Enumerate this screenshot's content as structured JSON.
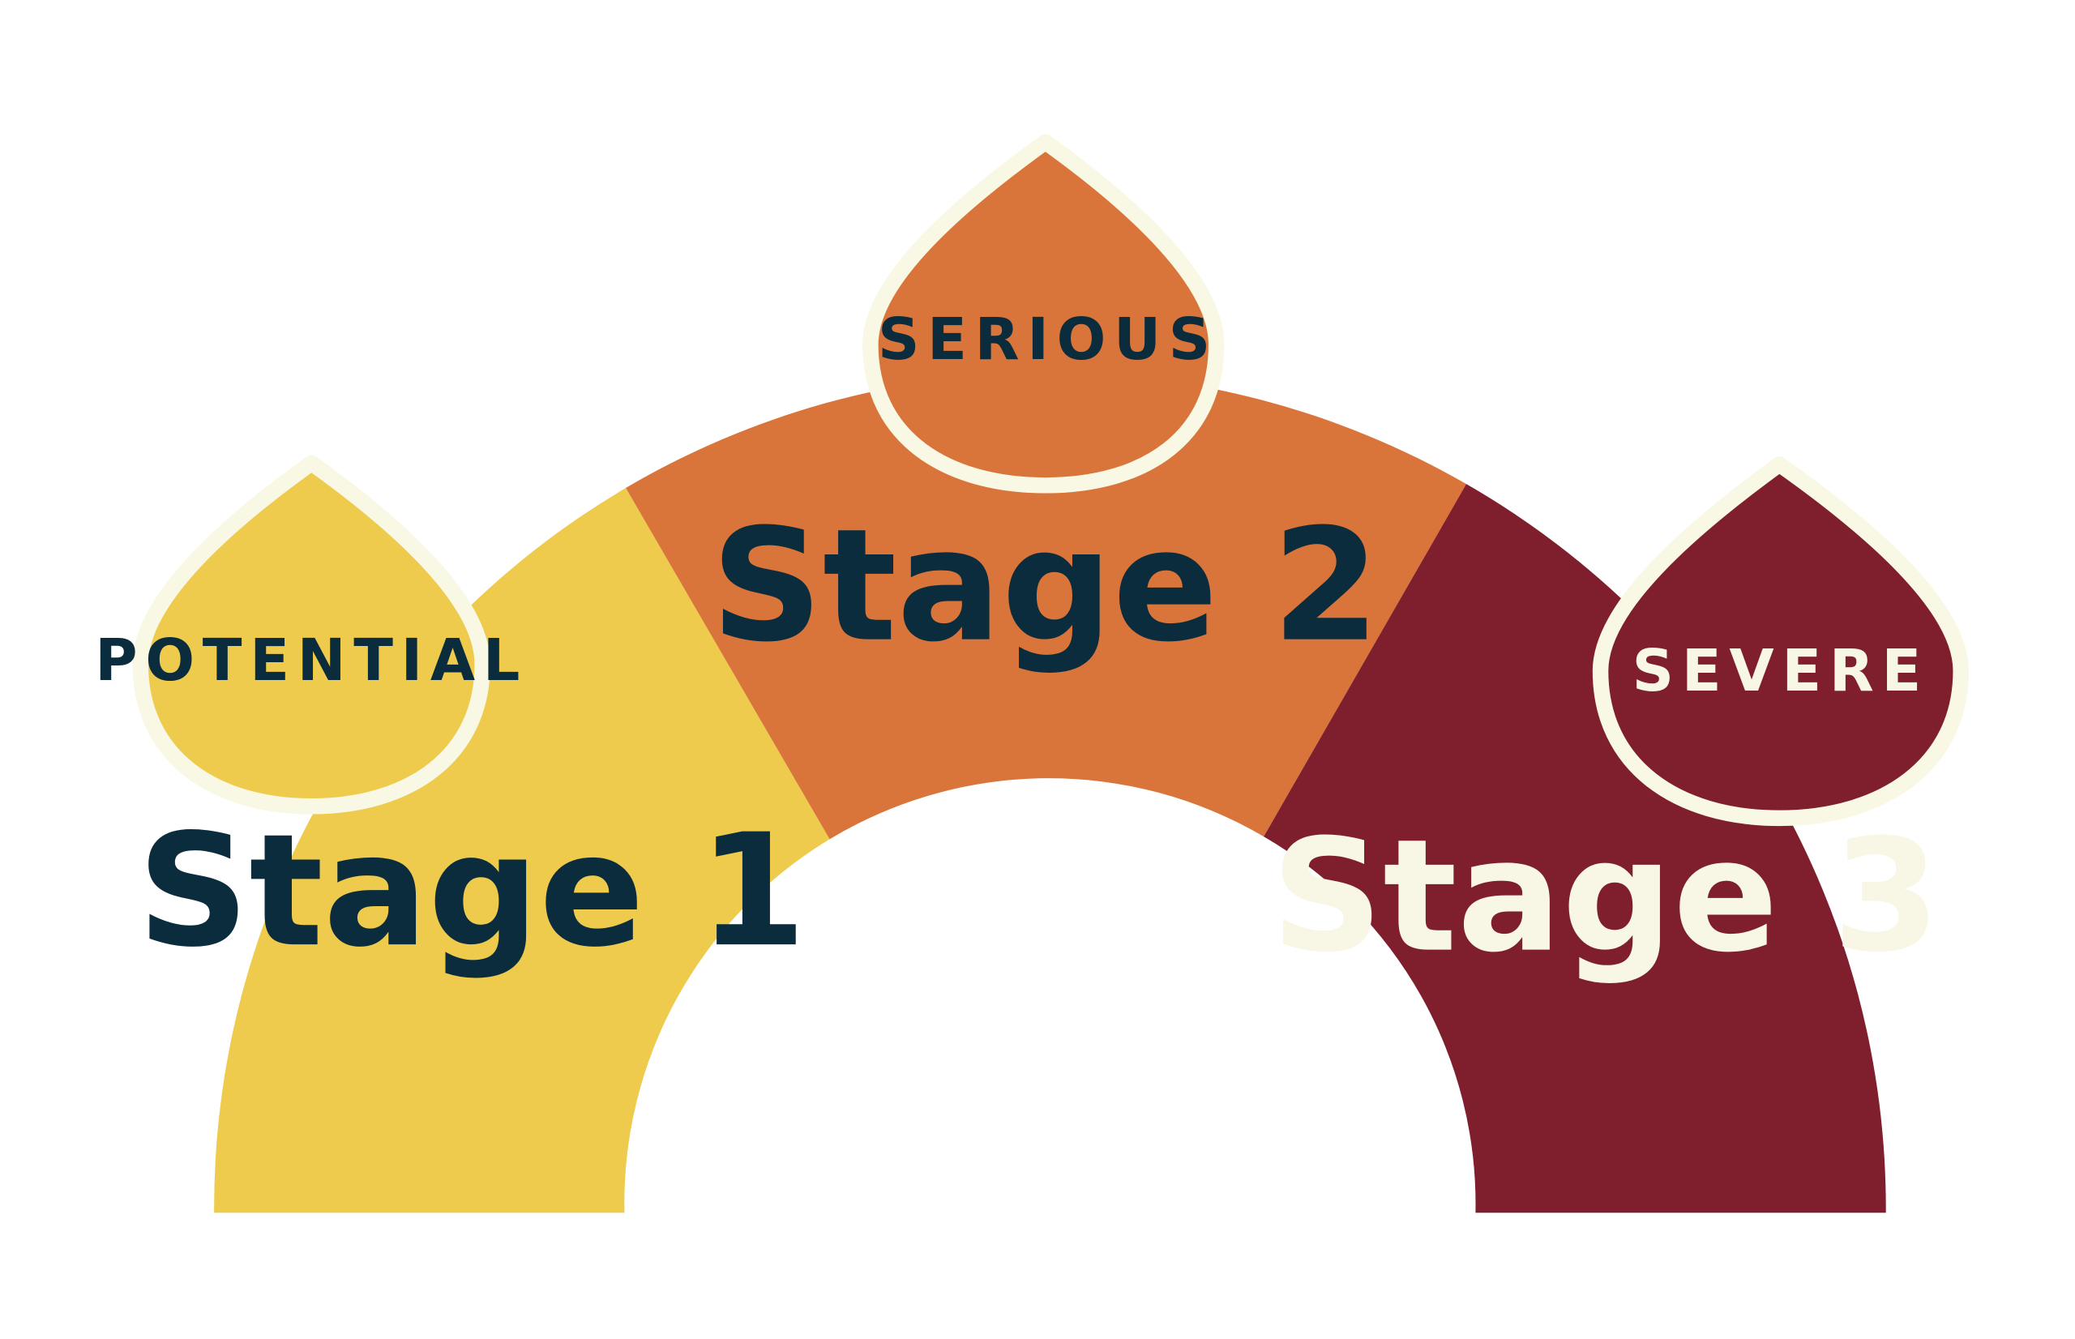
{
  "colors": {
    "background": "#ffffff",
    "stage1": "#eeca4d",
    "stage2": "#d9753a",
    "stage3": "#7f1f2d",
    "drop_outline": "#f8f8e4",
    "dark_text": "#0b2c3d",
    "light_text": "#f8f6e4"
  },
  "stages": [
    {
      "label": "Stage 1",
      "severity": "POTENTIAL"
    },
    {
      "label": "Stage 2",
      "severity": "SERIOUS"
    },
    {
      "label": "Stage 3",
      "severity": "SEVERE"
    }
  ]
}
